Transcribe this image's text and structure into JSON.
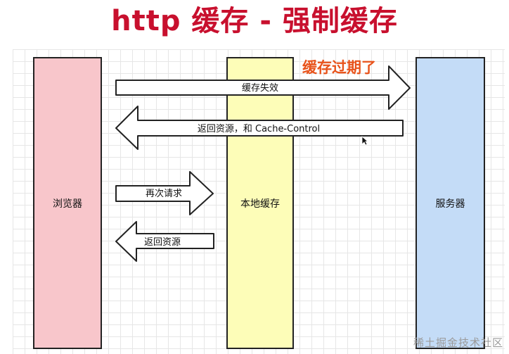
{
  "title": "http 缓存 - 强制缓存",
  "columns": {
    "browser": "浏览器",
    "cache": "本地缓存",
    "server": "服务器"
  },
  "arrows": {
    "cache_expired": "缓存失效",
    "return_with_cc": "返回资源，和 Cache-Control",
    "request_again": "再次请求",
    "return_resource": "返回资源"
  },
  "note": "缓存过期了",
  "watermark": "稀土掘金技术社区",
  "colors": {
    "title": "#c8102e",
    "note": "#e8531b",
    "browser_fill": "#f8c6cb",
    "cache_fill": "#fdfdb8",
    "server_fill": "#c4dcf7"
  }
}
